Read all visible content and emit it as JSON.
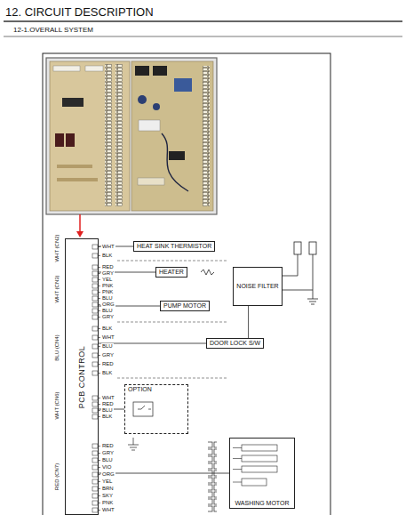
{
  "diagram": {
    "title": "12. CIRCUIT DESCRIPTION",
    "nodes": [
      {
        "text": [
          "PCB CONTROL"
        ]
      },
      {
        "text": [
          "HEAT SINK THERMISTOR"
        ]
      },
      {
        "text": [
          "HEATER"
        ]
      },
      {
        "text": [
          "PUMP MOTOR"
        ]
      },
      {
        "text": [
          "DOOR LOCK S/W"
        ]
      },
      {
        "text": [
          "NOISE FILTER"
        ]
      },
      {
        "text": [
          "OPTION"
        ]
      },
      {
        "text": [
          "WASHING MOTOR"
        ]
      }
    ],
    "edges": [
      {
        "from": 0,
        "to": 1,
        "arrow": "none"
      },
      {
        "from": 0,
        "to": 2,
        "arrow": "none"
      },
      {
        "from": 0,
        "to": 3,
        "arrow": "none"
      },
      {
        "from": 0,
        "to": 4,
        "arrow": "none"
      },
      {
        "from": 5,
        "to": 4,
        "arrow": "none"
      },
      {
        "from": 0,
        "to": 6,
        "arrow": "none"
      },
      {
        "from": 0,
        "to": 7,
        "arrow": "none"
      }
    ],
    "labels": [
      "12-1.OVERALL SYSTEM",
      "WHT (CN2)",
      "WHT (CN3)",
      "BLU (CN4)",
      "WHT (CN6)",
      "RED (CN7)",
      "WHT",
      "BLK",
      "RED",
      "GRY",
      "YEL",
      "PNK",
      "PNK",
      "BLU",
      "ORG",
      "BLU",
      "GRY",
      "BLK",
      "WHT",
      "BLU",
      "GRY",
      "RED",
      "BLK",
      "WHT",
      "RED",
      "BLU",
      "BLK",
      "RED",
      "GRY",
      "BLU",
      "VIO",
      "ORG",
      "YEL",
      "BRN",
      "SKY",
      "PNK",
      "WHT"
    ]
  }
}
